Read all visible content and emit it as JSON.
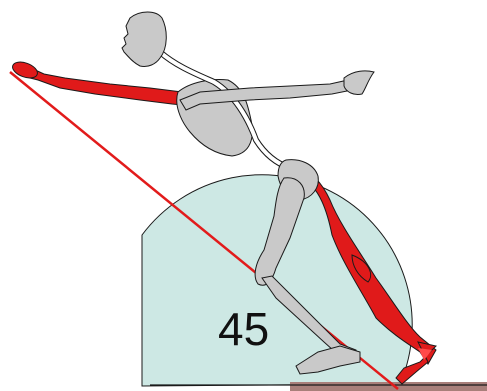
{
  "diagram": {
    "angle_label": "45",
    "colors": {
      "sector_fill": "#cde8e4",
      "outline": "#1a1a1a",
      "bone_gray": "#c9c9c9",
      "highlight_red": "#e01a1a",
      "guide_line": "#e21b1b",
      "floor_board": "#a87f7a"
    },
    "parts": {
      "left_arm": "highlighted-red",
      "left_leg": "highlighted-red",
      "right_arm": "gray",
      "right_leg": "gray",
      "torso": "gray",
      "head": "gray"
    }
  }
}
